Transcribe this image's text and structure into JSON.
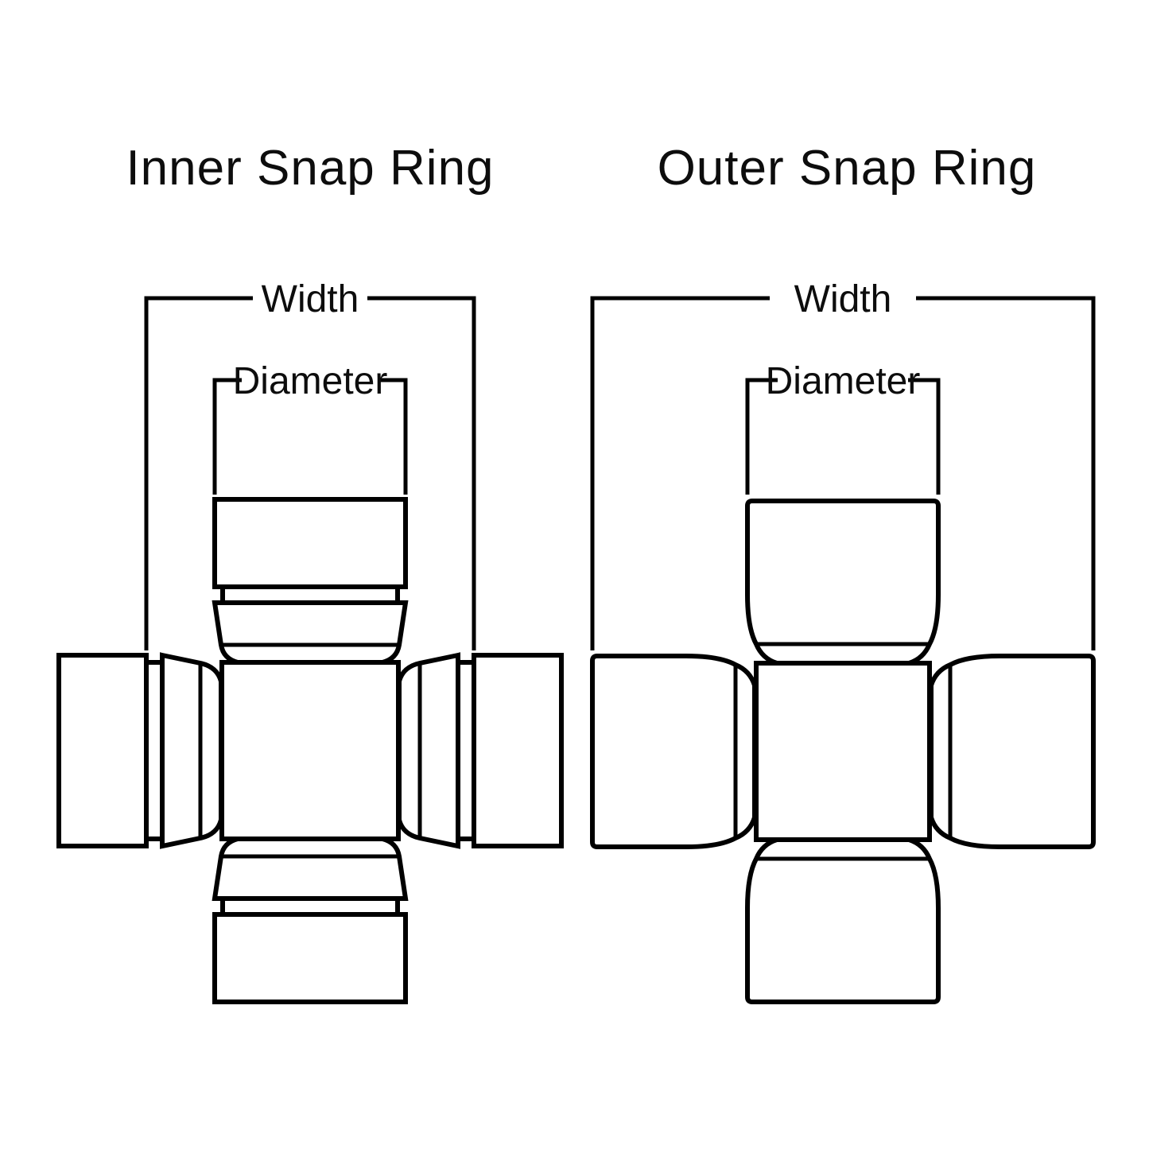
{
  "colors": {
    "line": "#000000",
    "text": "#0d0d0d",
    "background": "#ffffff"
  },
  "diagrams": {
    "inner": {
      "title": "Inner Snap Ring",
      "width_label": "Width",
      "diameter_label": "Diameter"
    },
    "outer": {
      "title": "Outer Snap Ring",
      "width_label": "Width",
      "diameter_label": "Diameter"
    }
  }
}
